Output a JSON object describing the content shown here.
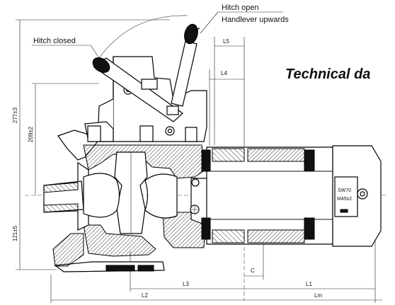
{
  "heading": "Technical da",
  "callouts": {
    "hitch_open_line1": "Hitch open",
    "hitch_open_line2": "Handlever upwards",
    "hitch_closed": "Hitch closed"
  },
  "dimensions": {
    "height_277": "277±3",
    "height_209": "209±2",
    "height_121": "121±5",
    "L5": "L5",
    "L4": "L4",
    "L3": "L3",
    "L2": "L2",
    "L1": "L1",
    "Lm": "Lm",
    "C": "C"
  },
  "nut_label": {
    "line1": "SW70",
    "line2": "M45x2"
  },
  "colors": {
    "ink": "#111111",
    "paper": "#ffffff"
  }
}
